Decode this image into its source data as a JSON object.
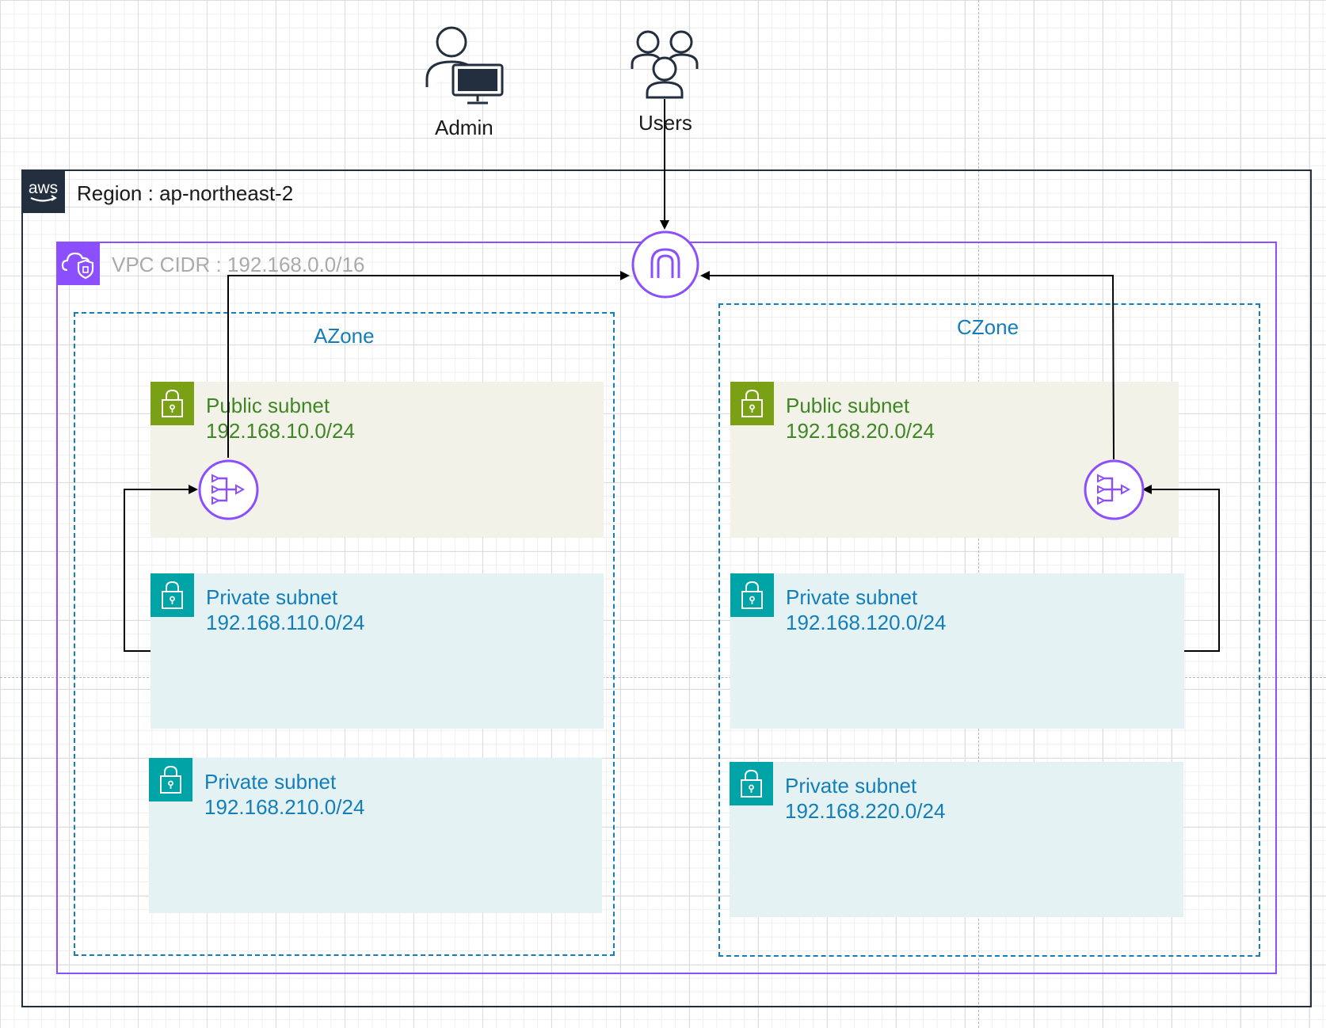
{
  "actors": {
    "admin": {
      "label": "Admin",
      "icon": "admin-workstation-icon"
    },
    "users": {
      "label": "Users",
      "icon": "users-group-icon"
    }
  },
  "region": {
    "badge_text": "aws",
    "label": "Region : ap-northeast-2"
  },
  "vpc": {
    "label": "VPC CIDR : 192.168.0.0/16",
    "icon": "vpc-cloud-icon"
  },
  "zones": {
    "a": {
      "label": "AZone",
      "subnets": [
        {
          "type": "public",
          "name": "Public subnet",
          "cidr": "192.168.10.0/24"
        },
        {
          "type": "private",
          "name": "Private subnet",
          "cidr": "192.168.110.0/24"
        },
        {
          "type": "private",
          "name": "Private subnet",
          "cidr": "192.168.210.0/24"
        }
      ]
    },
    "c": {
      "label": "CZone",
      "subnets": [
        {
          "type": "public",
          "name": "Public subnet",
          "cidr": "192.168.20.0/24"
        },
        {
          "type": "private",
          "name": "Private subnet",
          "cidr": "192.168.120.0/24"
        },
        {
          "type": "private",
          "name": "Private subnet",
          "cidr": "192.168.220.0/24"
        }
      ]
    }
  },
  "gateways": {
    "internet_gateway": {
      "icon": "internet-gateway-icon"
    },
    "nat_gateway_a": {
      "icon": "nat-gateway-icon"
    },
    "nat_gateway_c": {
      "icon": "nat-gateway-icon"
    }
  },
  "colors": {
    "region_border": "#232f3e",
    "vpc_border": "#8c4fff",
    "zone_border": "#147eba",
    "public_subnet_bg": "#f2f2e9",
    "public_subnet_accent": "#7aa116",
    "public_subnet_text": "#3f8624",
    "private_subnet_bg": "#e4f2f3",
    "private_subnet_accent": "#00a4a6",
    "private_subnet_text": "#147eba",
    "gateway_purple": "#8c4fff"
  }
}
